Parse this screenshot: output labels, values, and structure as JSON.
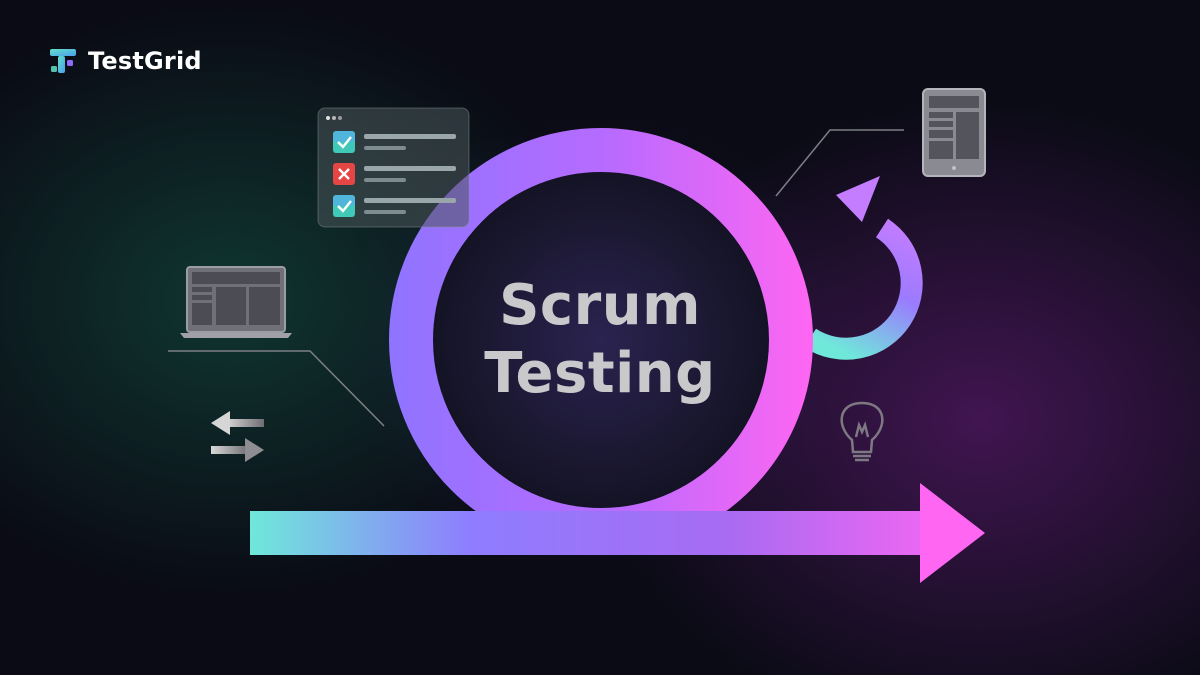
{
  "brand": {
    "name": "TestGrid",
    "icon": "testgrid-logo-icon"
  },
  "hero": {
    "title_line1": "Scrum",
    "title_line2": "Testing"
  },
  "checklist": {
    "items": [
      {
        "status": "pass",
        "icon": "check-icon"
      },
      {
        "status": "fail",
        "icon": "cross-icon"
      },
      {
        "status": "pass",
        "icon": "check-icon"
      }
    ]
  },
  "colors": {
    "teal": "#6ee6d8",
    "purple": "#9b6cff",
    "pink": "#ff5cf0",
    "background": "#0a0b15"
  },
  "icons": [
    "laptop-icon",
    "tablet-icon",
    "transfer-arrows-icon",
    "lightbulb-icon",
    "cycle-arrow-icon",
    "progress-arrow-icon"
  ]
}
